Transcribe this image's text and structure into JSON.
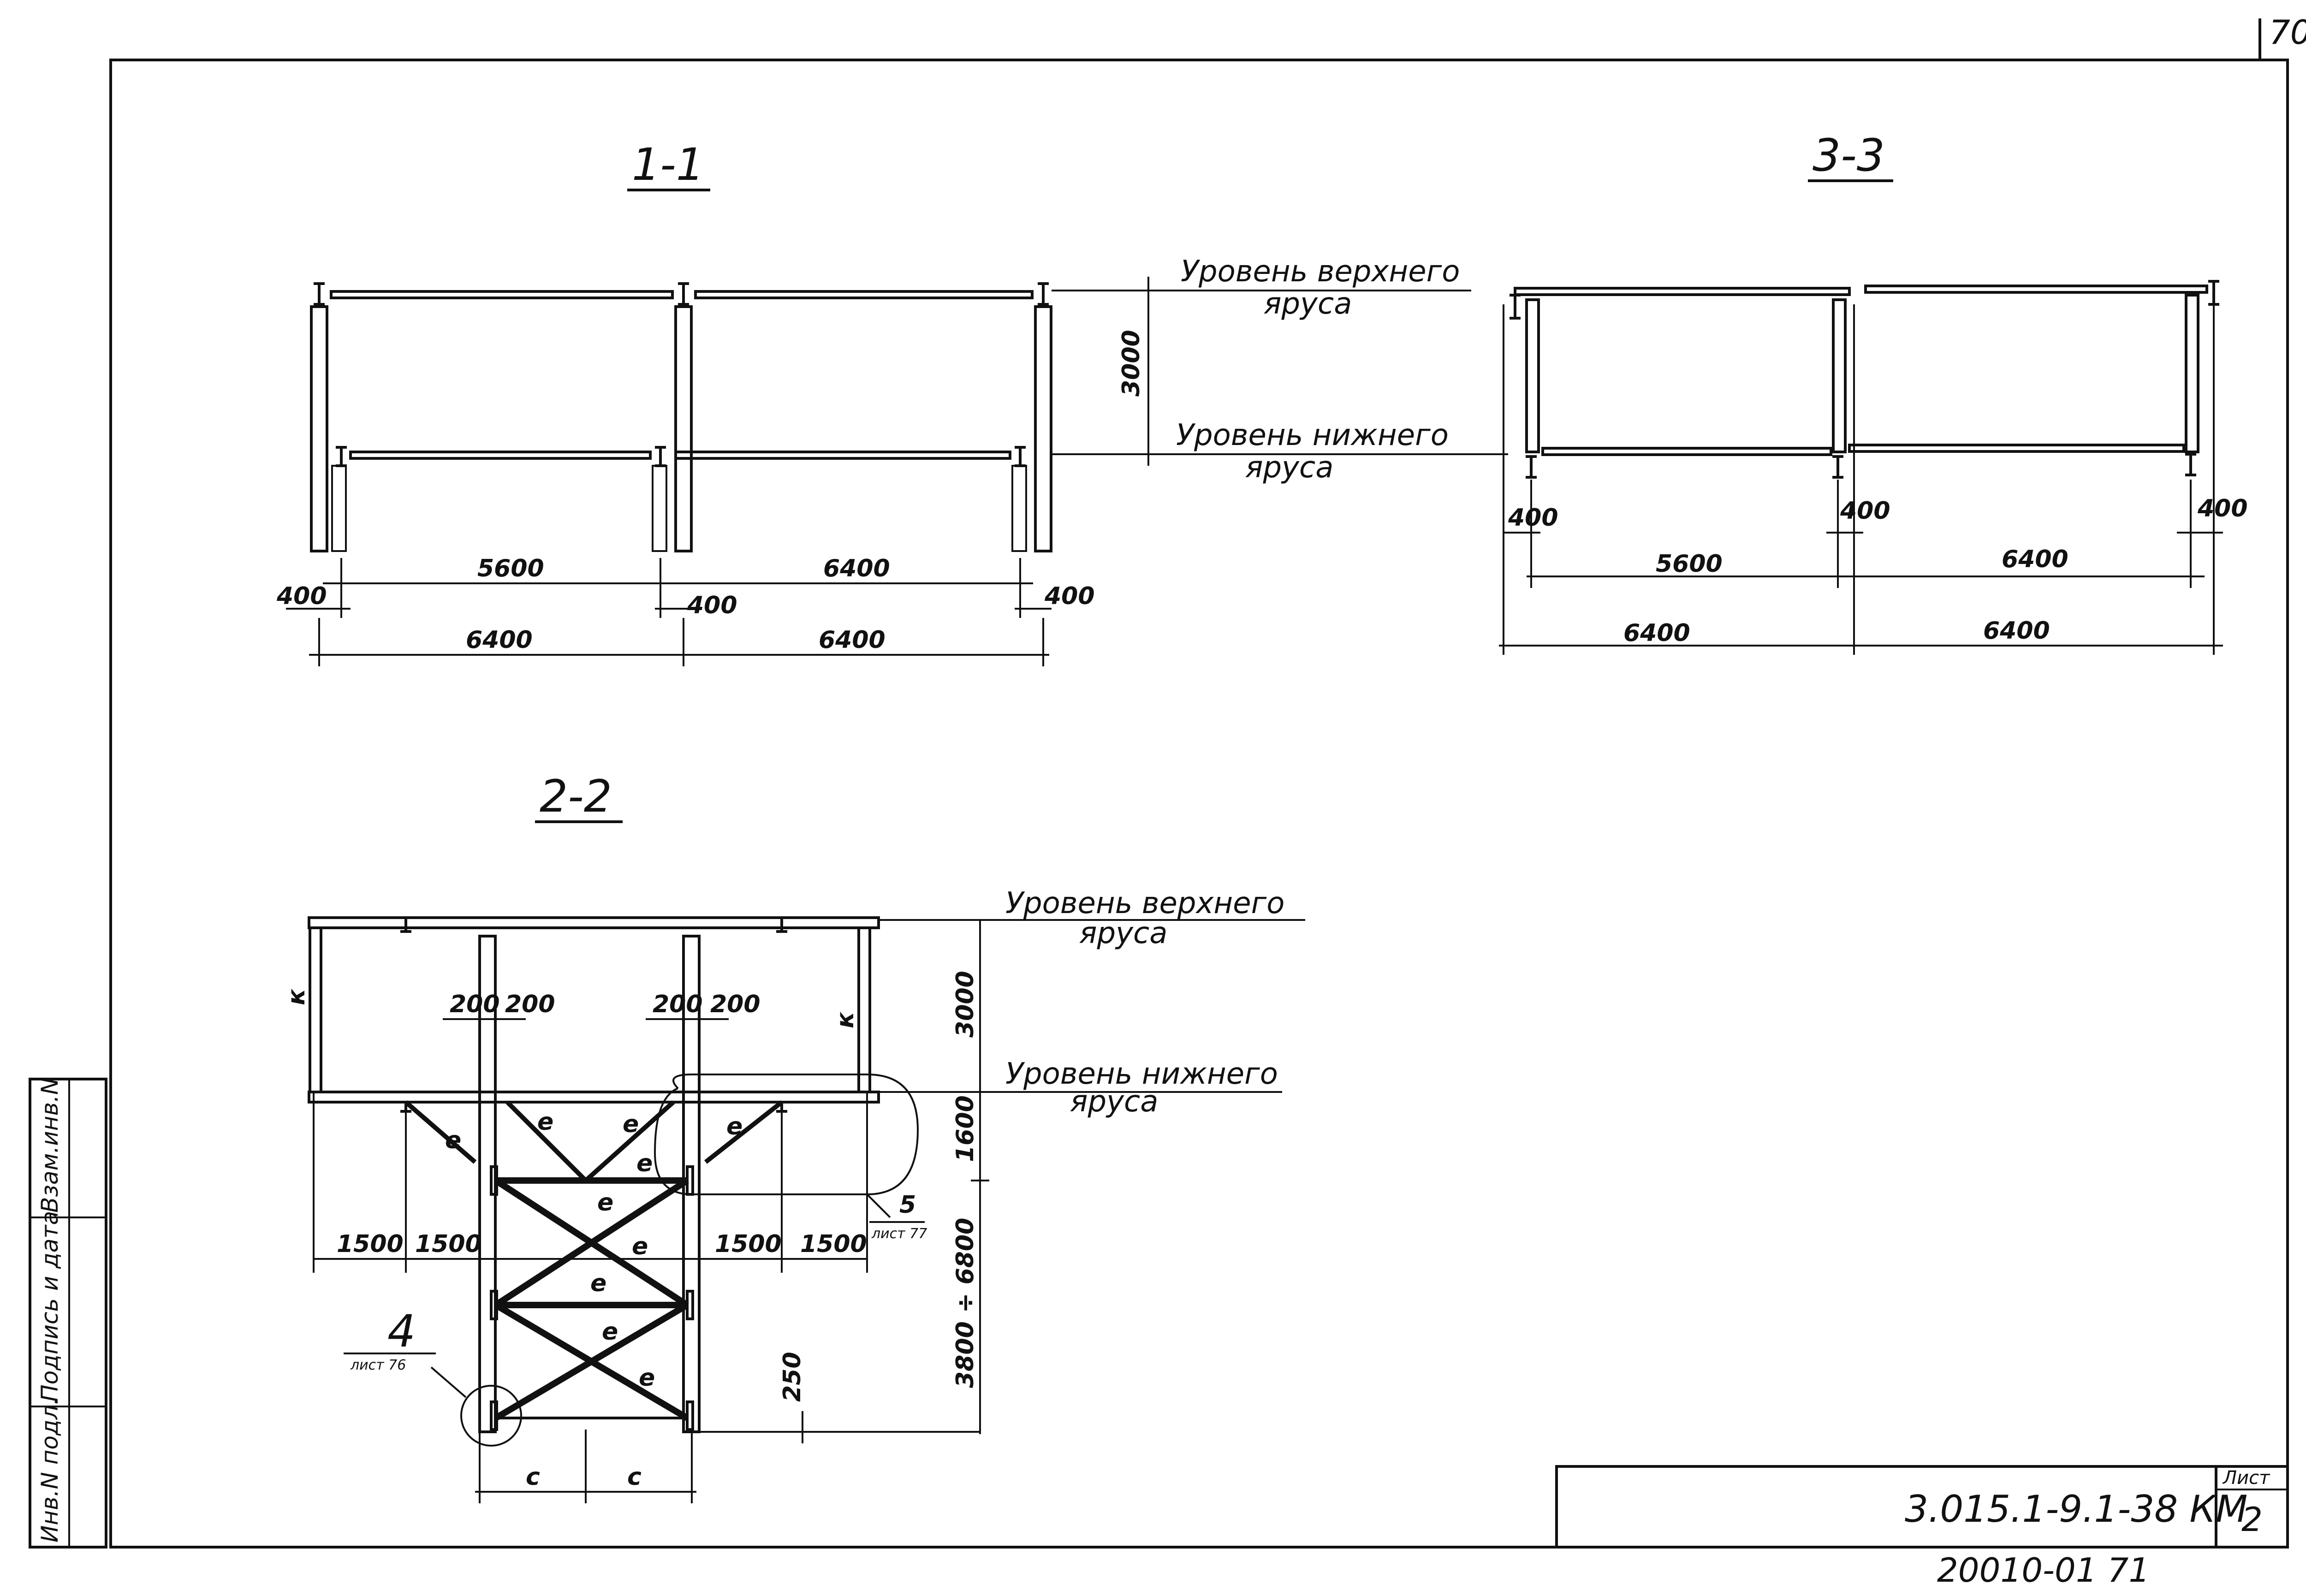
{
  "page_number": "70",
  "sections": {
    "s11": {
      "title": "1-1",
      "level_top": [
        "Уровень верхнего",
        "яруса"
      ],
      "level_bottom": [
        "Уровень нижнего",
        "яруса"
      ],
      "height": "3000",
      "span_inner_1": "5600",
      "span_inner_2": "6400",
      "offset_left": "400",
      "offset_mid": "400",
      "offset_right": "400",
      "span_total_1": "6400",
      "span_total_2": "6400"
    },
    "s33": {
      "title": "3-3",
      "offset_left": "400",
      "offset_mid": "400",
      "offset_right": "400",
      "span_inner_1": "5600",
      "span_inner_2": "6400",
      "span_total_1": "6400",
      "span_total_2": "6400"
    },
    "s22": {
      "title": "2-2",
      "level_top": [
        "Уровень верхнего",
        "яруса"
      ],
      "level_bottom": [
        "Уровень нижнего",
        "яруса"
      ],
      "height_top": "3000",
      "height_mid": "1600",
      "height_bottom": "3800 ÷ 6800",
      "gap_left_1": "200",
      "gap_left_2": "200",
      "gap_right_1": "200",
      "gap_right_2": "200",
      "span_l1": "1500",
      "span_l2": "1500",
      "span_r1": "1500",
      "span_r2": "1500",
      "col_c1": "c",
      "col_c2": "c",
      "dim_250": "250",
      "mark_k": "к",
      "mark_e": "е",
      "callout_5": "5",
      "callout_5_sheet": "лист 77",
      "callout_4": "4",
      "callout_4_sheet": "лист 76"
    }
  },
  "side_stamp": {
    "cells": [
      "Инв.N подл.",
      "Подпись и дата",
      "Взам.инв.N"
    ]
  },
  "title_block": {
    "doc_code": "3.015.1-9.1-38 КМ",
    "sheet_label": "Лист",
    "sheet_number": "2",
    "archive_number": "20010-01  71"
  }
}
